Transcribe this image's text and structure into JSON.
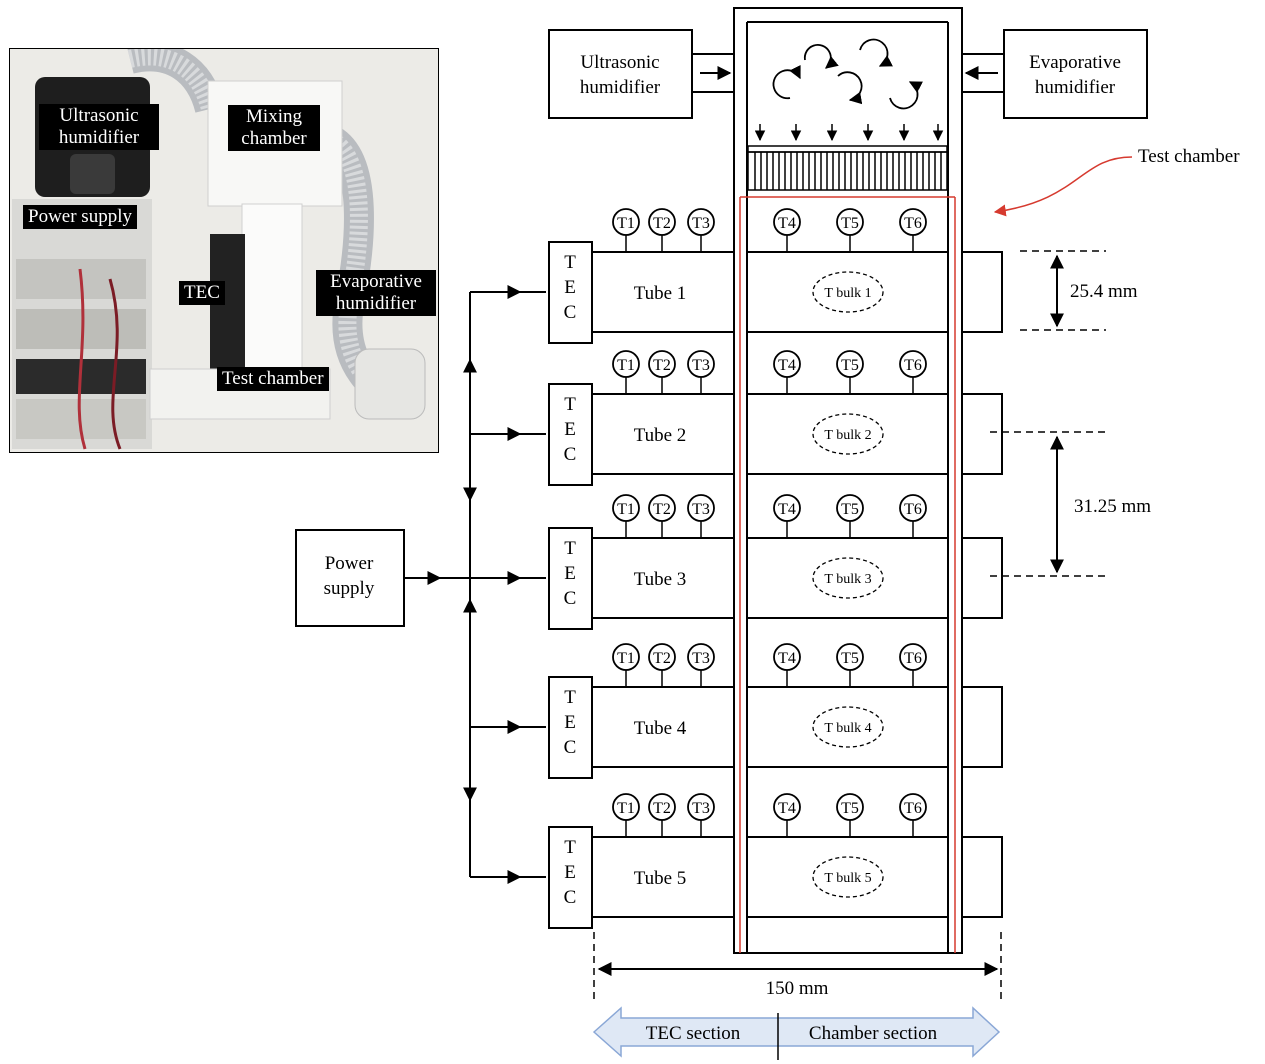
{
  "photo": {
    "labels": {
      "ultrasonic": "Ultrasonic humidifier",
      "mixing": "Mixing chamber",
      "power": "Power supply",
      "tec": "TEC",
      "evaporative": "Evaporative humidifier",
      "test_chamber": "Test chamber"
    }
  },
  "diagram": {
    "ultrasonic_line1": "Ultrasonic",
    "ultrasonic_line2": "humidifier",
    "evaporative_line1": "Evaporative",
    "evaporative_line2": "humidifier",
    "test_chamber": "Test chamber",
    "power_line1": "Power",
    "power_line2": "supply",
    "tec_letters": [
      "T",
      "E",
      "C"
    ],
    "sensors_left": [
      "T1",
      "T2",
      "T3"
    ],
    "sensors_right": [
      "T4",
      "T5",
      "T6"
    ],
    "tubes": [
      {
        "label": "Tube 1",
        "bulk": "T bulk 1"
      },
      {
        "label": "Tube 2",
        "bulk": "T bulk 2"
      },
      {
        "label": "Tube 3",
        "bulk": "T bulk 3"
      },
      {
        "label": "Tube 4",
        "bulk": "T bulk 4"
      },
      {
        "label": "Tube 5",
        "bulk": "T bulk 5"
      }
    ],
    "dim_tube": "25.4 mm",
    "dim_spacing": "31.25 mm",
    "dim_length": "150 mm",
    "tec_section": "TEC section",
    "chamber_section": "Chamber section"
  },
  "colors": {
    "accent": "#d63a2f",
    "line": "#000000",
    "arrow_fill": "#dfe8f5",
    "arrow_stroke": "#8aa7d6"
  }
}
